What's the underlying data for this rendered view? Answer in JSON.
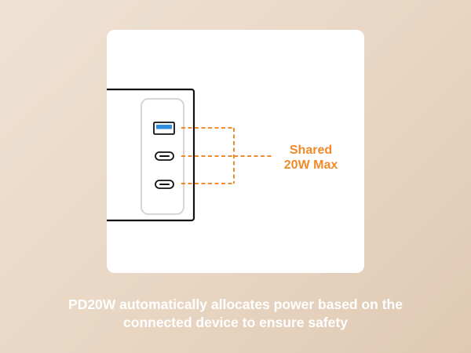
{
  "colors": {
    "background_light": "#efe2d4",
    "background_dark": "#dfc9b3",
    "card": "#ffffff",
    "accent": "#f18a2a",
    "usb_a_port": "#2f8fe0",
    "outline": "#111111",
    "port_panel_border": "#d6d6d6"
  },
  "callout": {
    "line1": "Shared",
    "line2": "20W Max"
  },
  "caption": {
    "line1": "PD20W automatically allocates power based on the",
    "line2": "connected device to ensure safety"
  },
  "ports": [
    {
      "type": "usb-a-icon"
    },
    {
      "type": "usb-c-icon"
    },
    {
      "type": "usb-c-icon"
    }
  ]
}
